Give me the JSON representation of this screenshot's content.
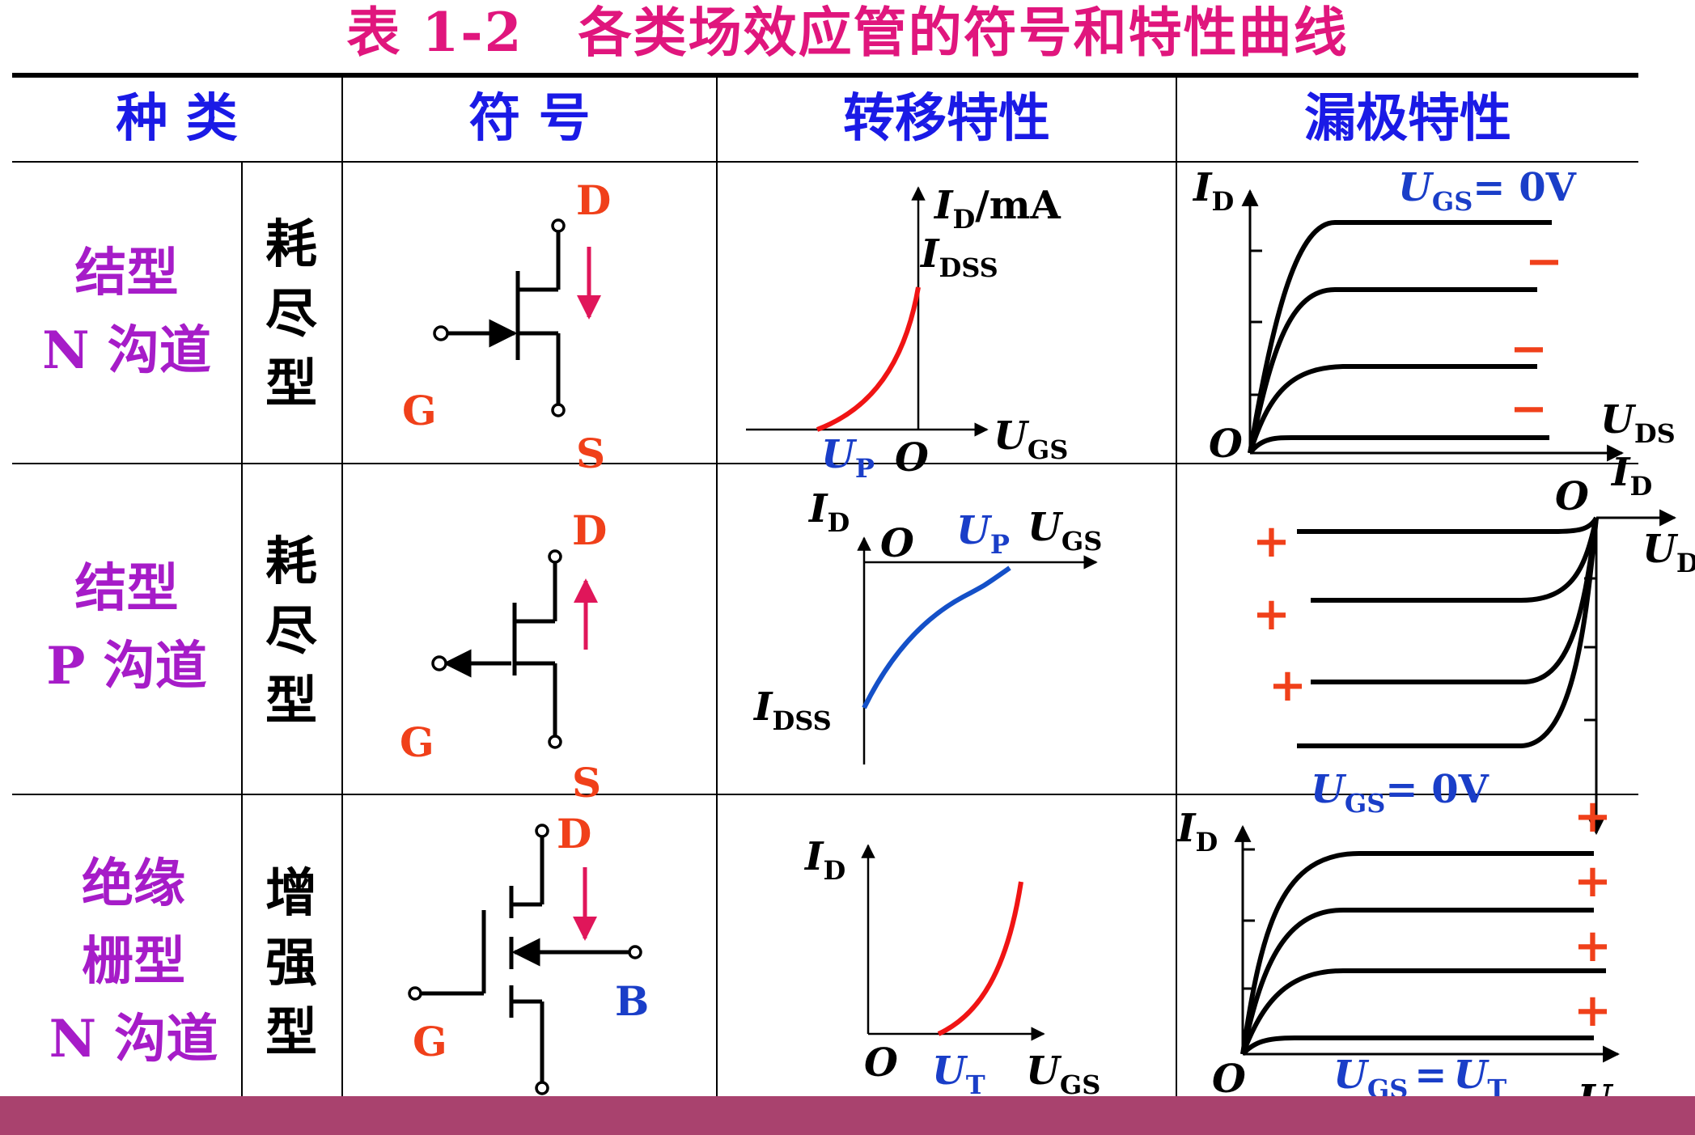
{
  "title": "表 1-2　各类场效应管的符号和特性曲线",
  "headers": {
    "type": "种 类",
    "symbol": "符 号",
    "transfer": "转移特性",
    "drain": "漏极特性"
  },
  "rows": [
    {
      "category": [
        "结型",
        "N 沟道"
      ],
      "mode": [
        "耗",
        "尽",
        "型"
      ]
    },
    {
      "category": [
        "结型",
        "P 沟道"
      ],
      "mode": [
        "耗",
        "尽",
        "型"
      ]
    },
    {
      "category": [
        "绝缘",
        "栅型",
        "N 沟道"
      ],
      "mode": [
        "增",
        "强",
        "型"
      ]
    }
  ],
  "labels": {
    "D": "D",
    "G": "G",
    "S": "S",
    "B": "B",
    "O": "O",
    "I": "I",
    "U": "U",
    "sub_D": "D",
    "sub_DSS": "DSS",
    "sub_GS": "GS",
    "sub_DS": "DS",
    "sub_P": "P",
    "sub_T": "T",
    "unit_mA": "/mA",
    "eq_0V": "= 0V",
    "eq": "=",
    "minus": "−",
    "plus": "+"
  },
  "colors": {
    "title": "#E0167D",
    "header": "#1A1AE6",
    "row_label": "#A61CC8",
    "terminal": "#F0401A",
    "arrow": "#E0165A",
    "curve_red": "#F01414",
    "curve_blue": "#1450C8",
    "param_blue": "#1A3EC8",
    "bar": "#A9426E"
  }
}
